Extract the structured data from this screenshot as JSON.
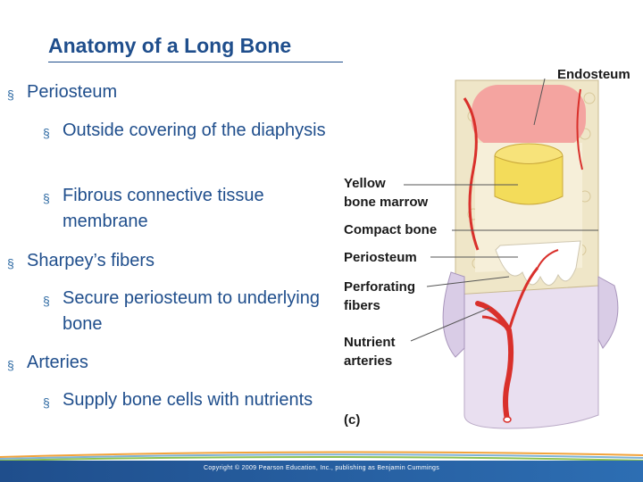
{
  "slide": {
    "title": "Anatomy of a Long Bone",
    "bullets": [
      {
        "text": "Periosteum"
      },
      {
        "text": "Outside covering of the diaphysis"
      },
      {
        "text": "Fibrous connective tissue membrane"
      },
      {
        "text": "Sharpey’s fibers"
      },
      {
        "text": "Secure periosteum to underlying bone"
      },
      {
        "text": "Arteries"
      },
      {
        "text": "Supply bone cells with nutrients"
      }
    ],
    "bullet_symbol": "§"
  },
  "figure": {
    "labels": {
      "endosteum": "Endosteum",
      "yellow_marrow_1": "Yellow",
      "yellow_marrow_2": "bone marrow",
      "compact_bone": "Compact bone",
      "periosteum": "Periosteum",
      "perforating_1": "Perforating",
      "perforating_2": "fibers",
      "nutrient_1": "Nutrient",
      "nutrient_2": "arteries",
      "panel": "(c)"
    }
  },
  "footer": {
    "copyright": "Copyright © 2009 Pearson Education, Inc., publishing as Benjamin Cummings"
  },
  "colors": {
    "title": "#1f4e8c",
    "bullet": "#2e6aa3",
    "artery": "#d9302b",
    "marrow_yellow": "#f3dc5a",
    "bone": "#efe6c8"
  }
}
